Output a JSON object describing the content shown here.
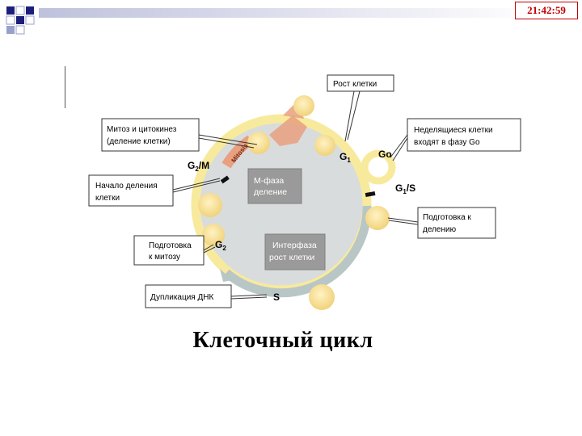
{
  "header": {
    "time": "21:42:59"
  },
  "title": "Клеточный цикл",
  "diagram": {
    "labels": {
      "growth": "Рост клетки",
      "mitosis_line1": "Митоз и цитокинез",
      "mitosis_line2": "(деление клетки)",
      "nondividing_line1": "Неделящиеся клетки",
      "nondividing_line2": "входят в фазу Go",
      "division_start_line1": "Начало деления",
      "division_start_line2": "клетки",
      "prep_division_line1": "Подготовка к",
      "prep_division_line2": "делению",
      "prep_mitosis_line1": "Подготовка",
      "prep_mitosis_line2": "к митозу",
      "dna_dup": "Дупликация ДНК"
    },
    "phases": {
      "m_line1": "М-фаза",
      "m_line2": "деление",
      "i_line1": "Интерфаза",
      "i_line2": "рост клетки"
    },
    "markers": {
      "g2m": "G",
      "g2m_sub": "2",
      "g2m_tail": "/M",
      "g1": "G",
      "g1_sub": "1",
      "go": "Go",
      "g1s": "G",
      "g1s_sub": "1",
      "g1s_tail": "/S",
      "g2": "G",
      "g2_sub": "2",
      "s": "S",
      "mitosis_arrow": "Mitosis"
    }
  }
}
